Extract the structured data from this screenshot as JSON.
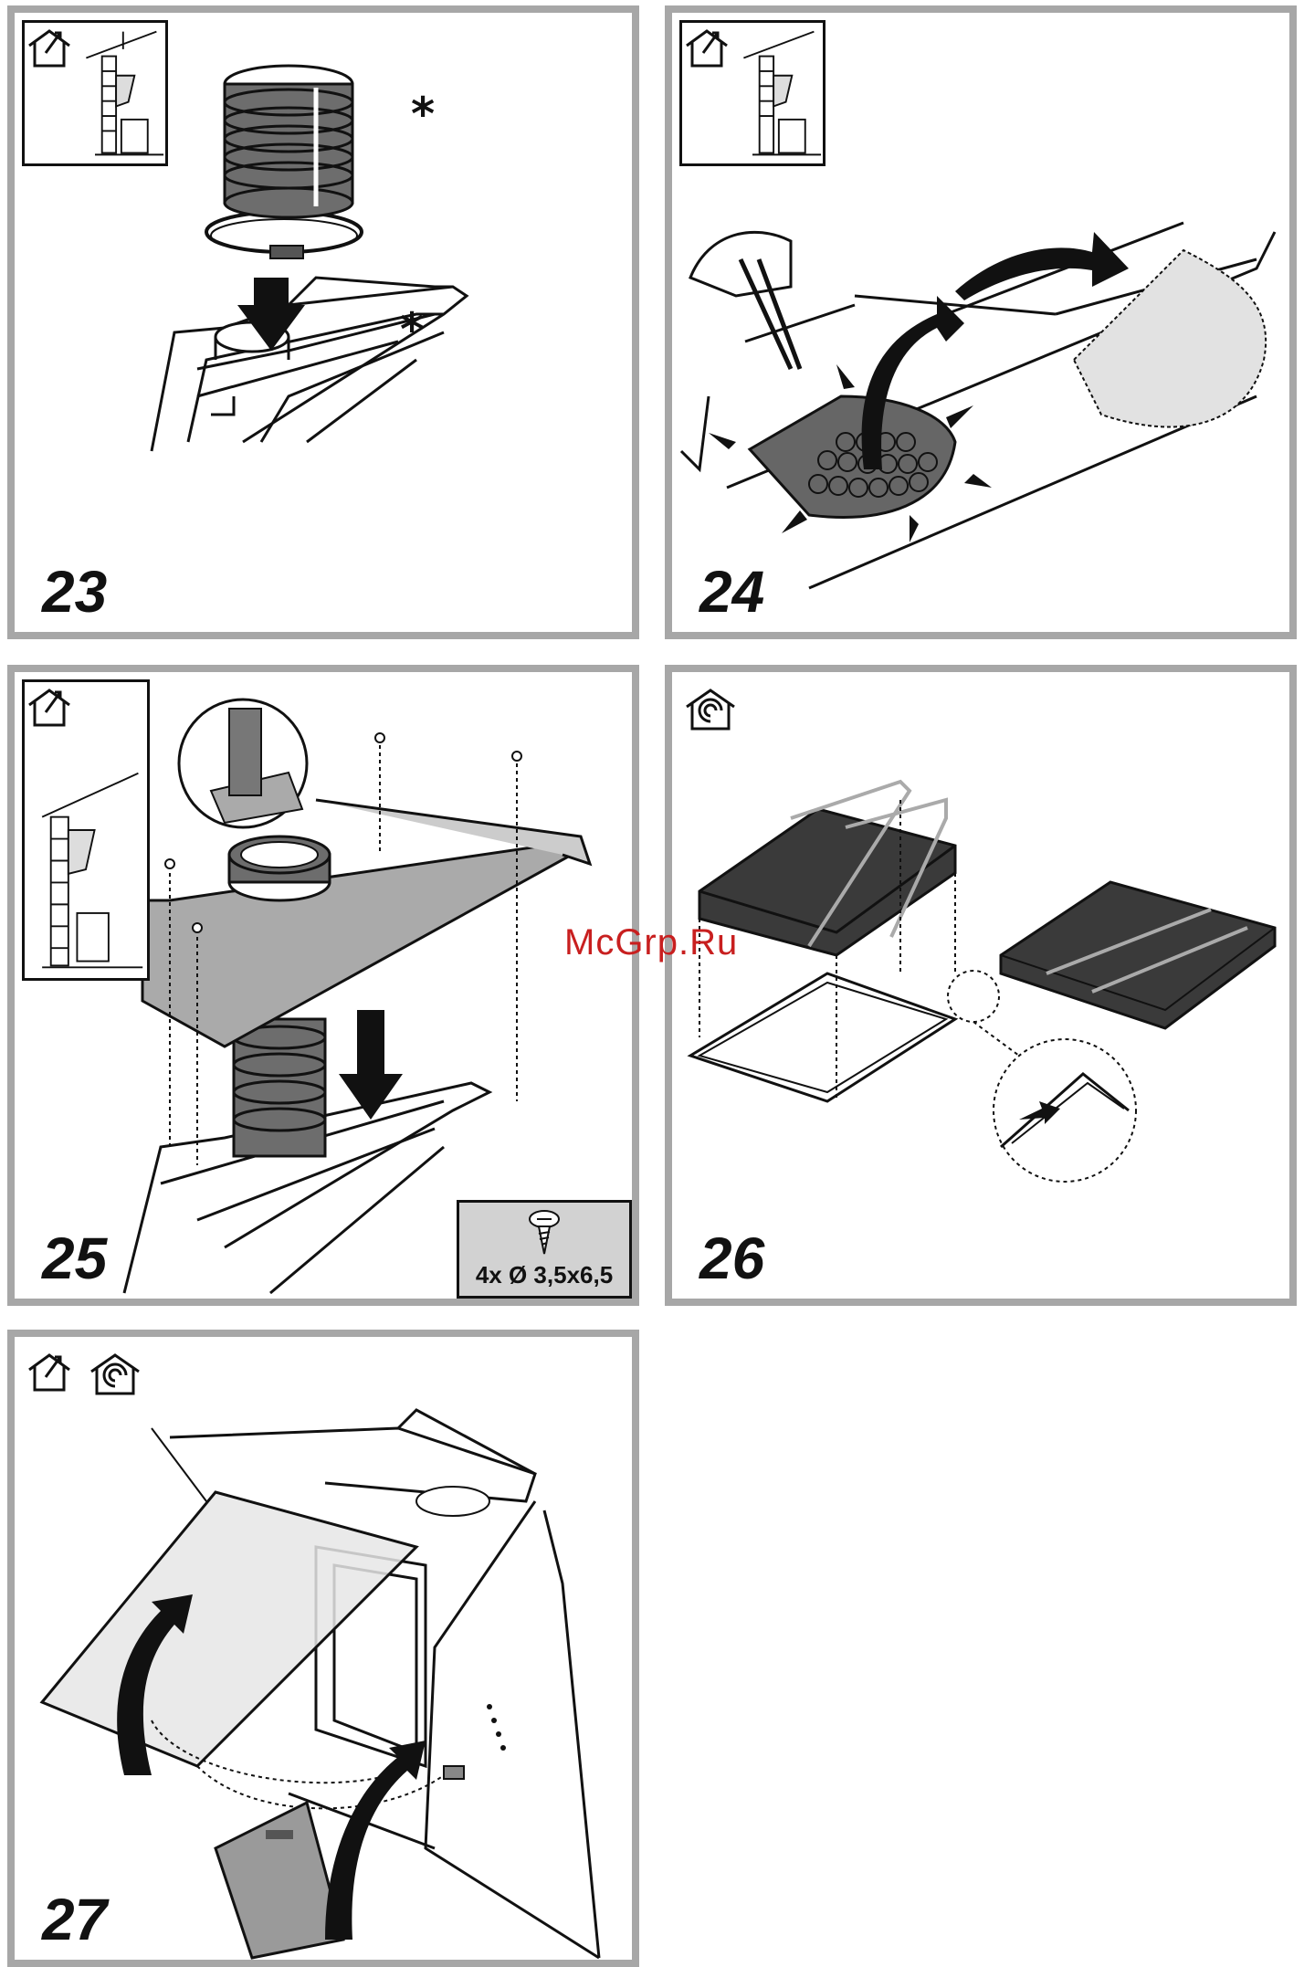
{
  "steps": {
    "s23": {
      "number": "23",
      "badges": [
        "ducted-house-icon"
      ],
      "markers": [
        "*",
        "*"
      ]
    },
    "s24": {
      "number": "24",
      "badges": [
        "ducted-house-icon"
      ]
    },
    "s25": {
      "number": "25",
      "badges": [
        "ducted-house-icon"
      ],
      "screw_label": "4x Ø 3,5x6,5"
    },
    "s26": {
      "number": "26",
      "badges": [
        "recirculation-house-icon"
      ]
    },
    "s27": {
      "number": "27",
      "badges": [
        "ducted-house-icon",
        "recirculation-house-icon"
      ]
    }
  },
  "watermark": "McGrp.Ru",
  "colors": {
    "frame": "#a7a7a7",
    "ink": "#111111",
    "filter_dark": "#3a3a3a",
    "watermark": "#c81f1f"
  }
}
